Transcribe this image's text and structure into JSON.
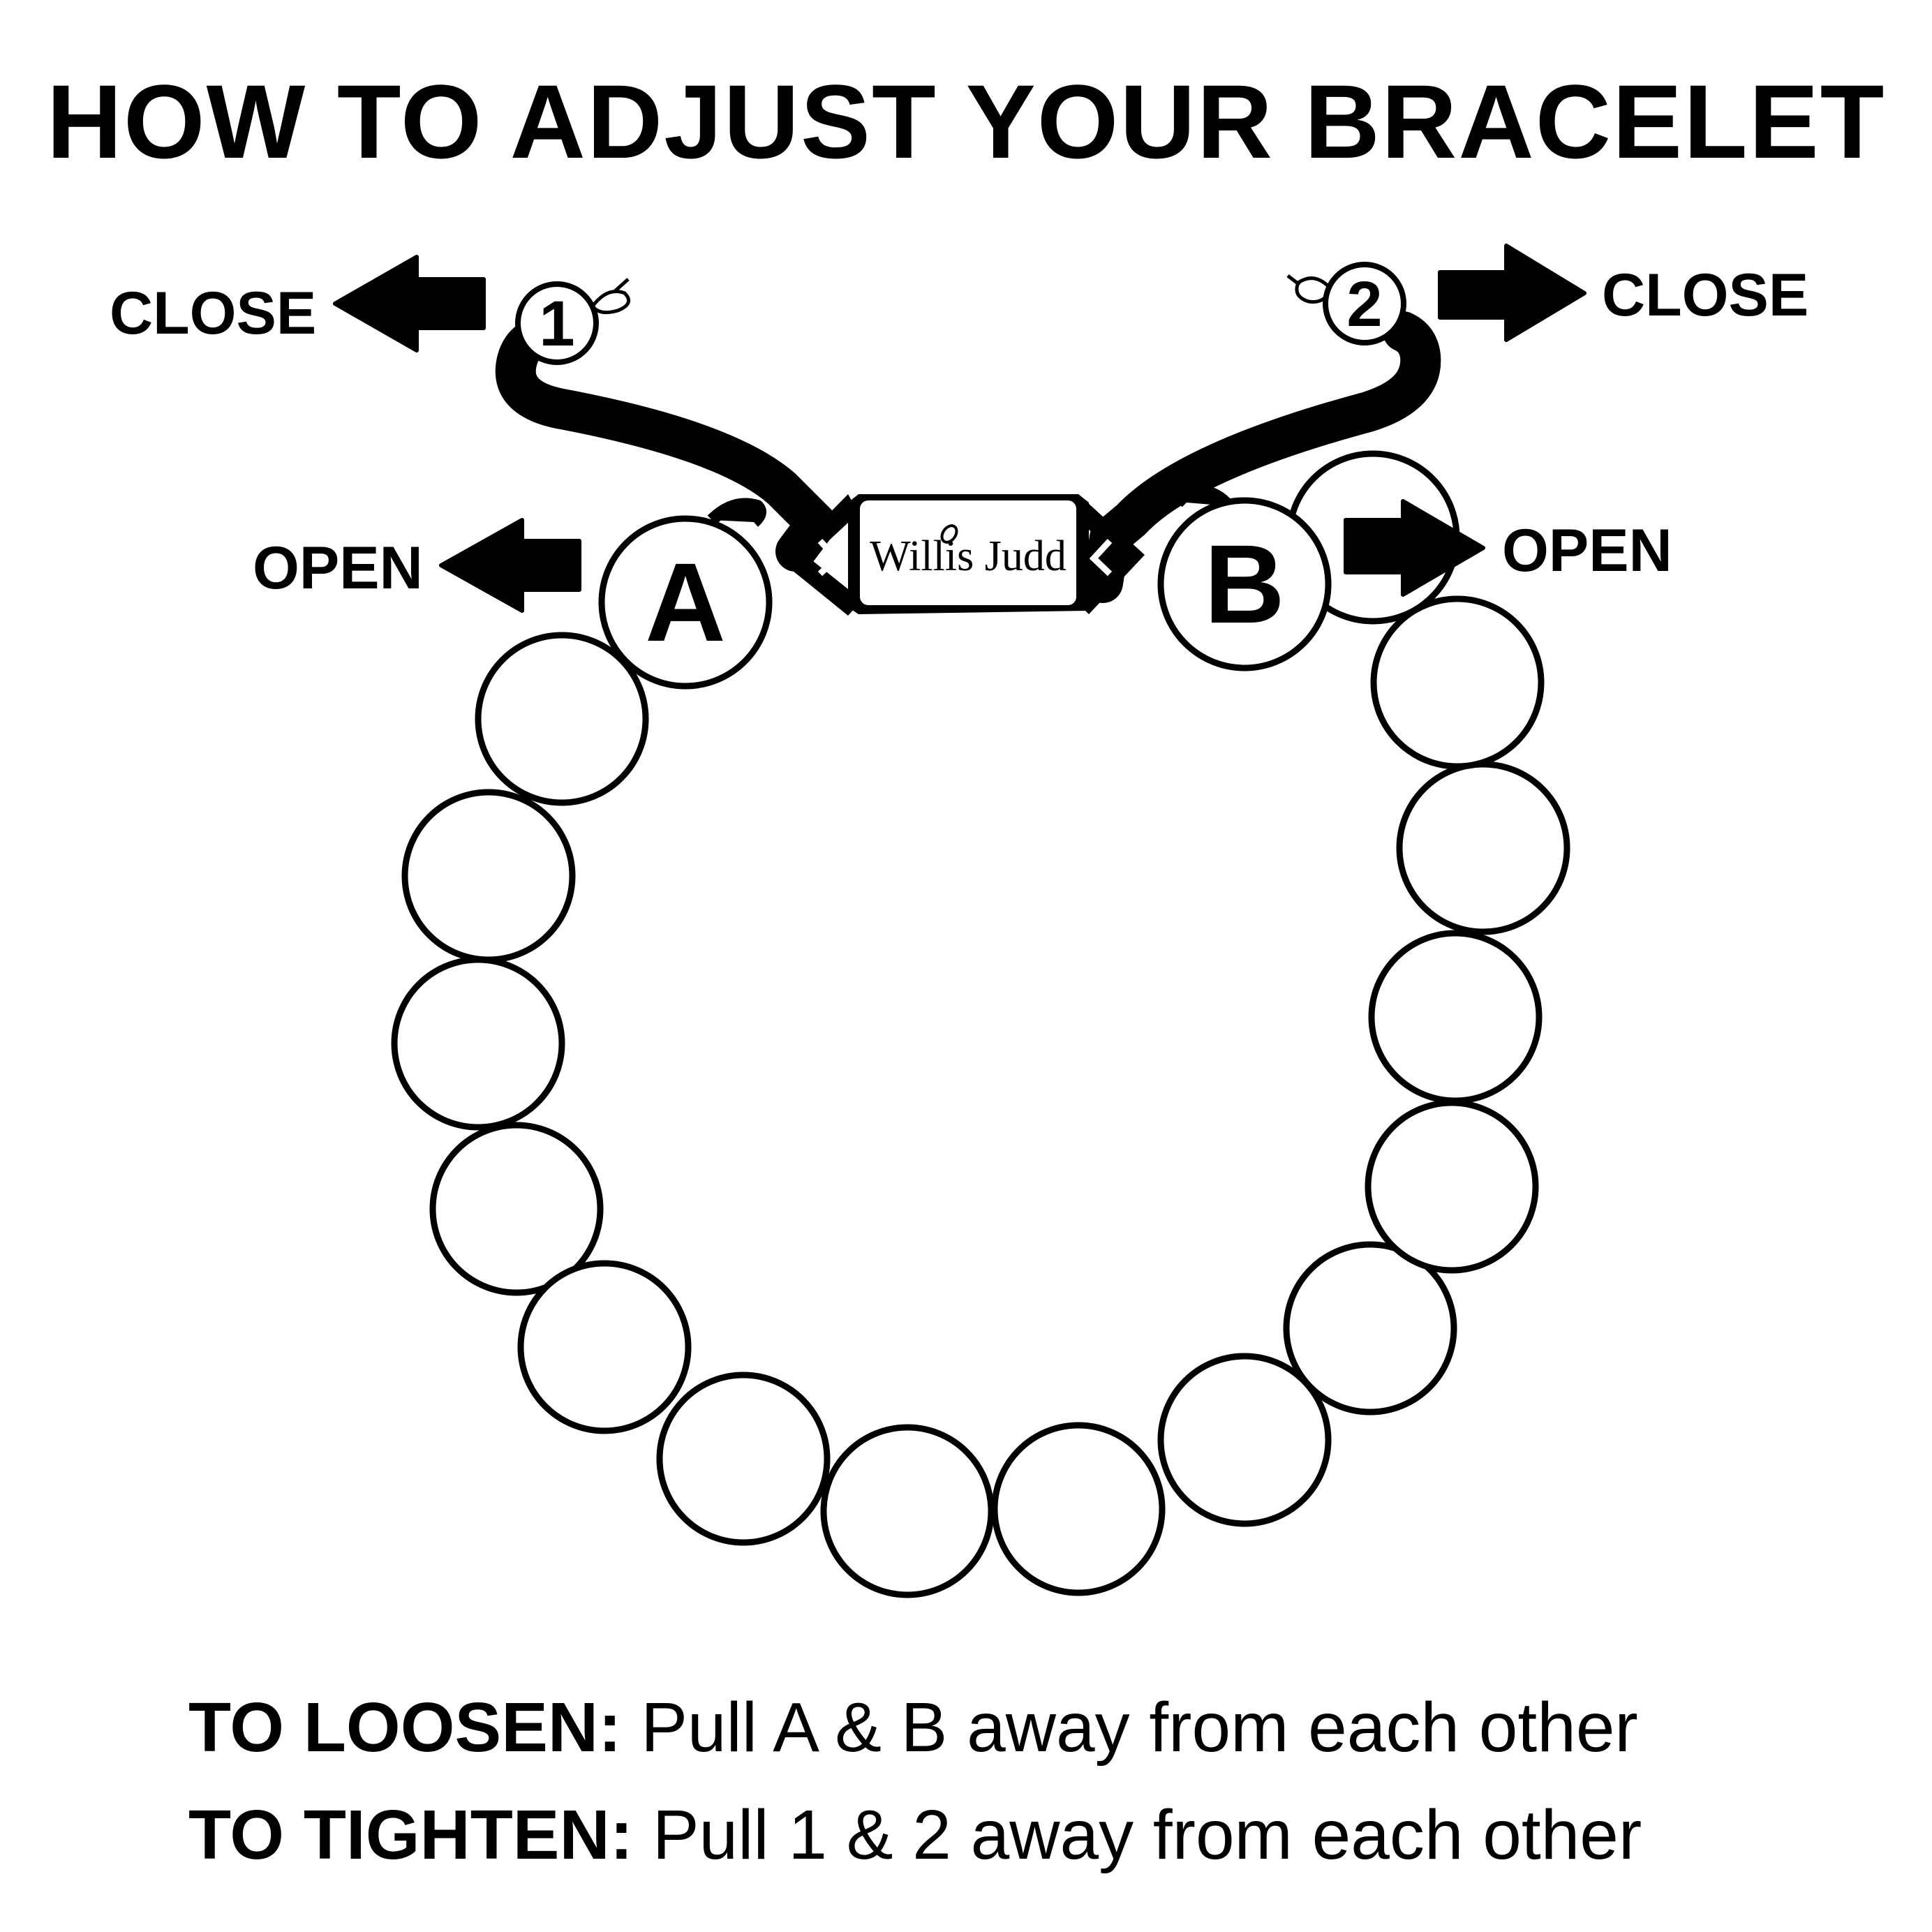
{
  "title": "HOW TO ADJUST YOUR BRACELET",
  "labels": {
    "close_left": "CLOSE",
    "close_right": "CLOSE",
    "open_left": "OPEN",
    "open_right": "OPEN"
  },
  "markers": {
    "knot_1": "1",
    "knot_2": "2",
    "bead_a": "A",
    "bead_b": "B"
  },
  "brand": "Willis Judd",
  "instructions": {
    "loosen_label": "TO LOOSEN:",
    "loosen_text": "Pull A & B away from each other",
    "tighten_label": "TO TIGHTEN:",
    "tighten_text": "Pull 1 & 2 away from each other"
  },
  "colors": {
    "ink": "#000000",
    "paper": "#ffffff"
  }
}
